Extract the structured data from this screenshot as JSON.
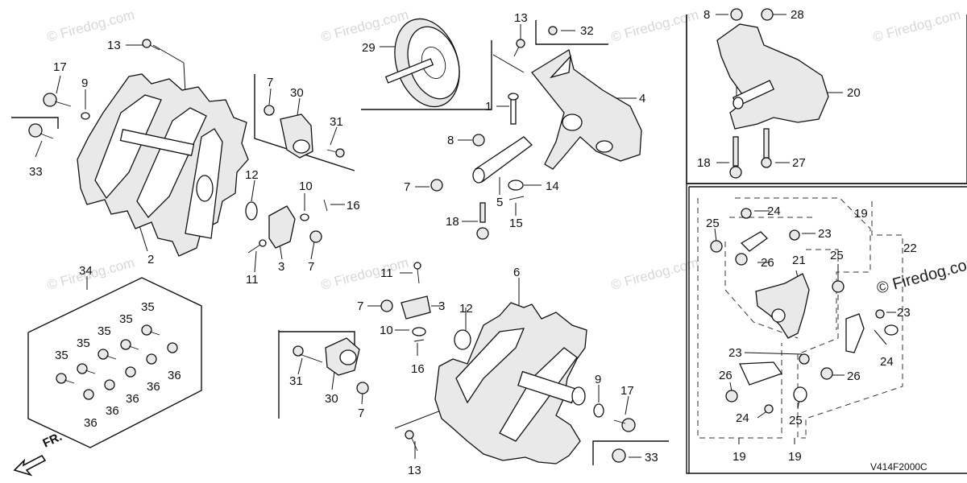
{
  "diagram": {
    "code": "V414F2000C",
    "direction_label": "FR.",
    "watermark_text": "© Firedog.com",
    "corner_brand": "© Firedog.com",
    "callouts": {
      "c13_top": "13",
      "c17_left": "17",
      "c9_left": "9",
      "c33_left": "33",
      "c2": "2",
      "c12_left": "12",
      "c10_left": "10",
      "c16_left": "16",
      "c7_a": "7",
      "c30_top": "30",
      "c31_top": "31",
      "c3_left": "3",
      "c7_b": "7",
      "c11_left": "11",
      "c29": "29",
      "c13_mid": "13",
      "c32": "32",
      "c1": "1",
      "c4": "4",
      "c8_mid": "8",
      "c7_c": "7",
      "c5": "5",
      "c14": "14",
      "c18_mid": "18",
      "c15": "15",
      "c34": "34",
      "c35_a": "35",
      "c35_b": "35",
      "c35_c": "35",
      "c35_d": "35",
      "c35_e": "35",
      "c36_a": "36",
      "c36_b": "36",
      "c36_c": "36",
      "c36_d": "36",
      "c36_e": "36",
      "c11_mid": "11",
      "c7_d": "7",
      "c3_mid": "3",
      "c10_mid": "10",
      "c12_mid": "12",
      "c6": "6",
      "c16_mid": "16",
      "c31_bot": "31",
      "c30_bot": "30",
      "c7_e": "7",
      "c9_right": "9",
      "c17_right": "17",
      "c13_bot": "13",
      "c33_bot": "33",
      "c8_right": "8",
      "c28": "28",
      "c20": "20",
      "c18_right": "18",
      "c27": "27",
      "c19_a": "19",
      "c24_a": "24",
      "c23_a": "23",
      "c25_a": "25",
      "c26_a": "26",
      "c21": "21",
      "c25_b": "25",
      "c22": "22",
      "c23_b": "23",
      "c24_b": "24",
      "c23_c": "23",
      "c26_b": "26",
      "c26_c": "26",
      "c24_c": "24",
      "c25_c": "25",
      "c19_b": "19",
      "c19_c": "19"
    }
  }
}
